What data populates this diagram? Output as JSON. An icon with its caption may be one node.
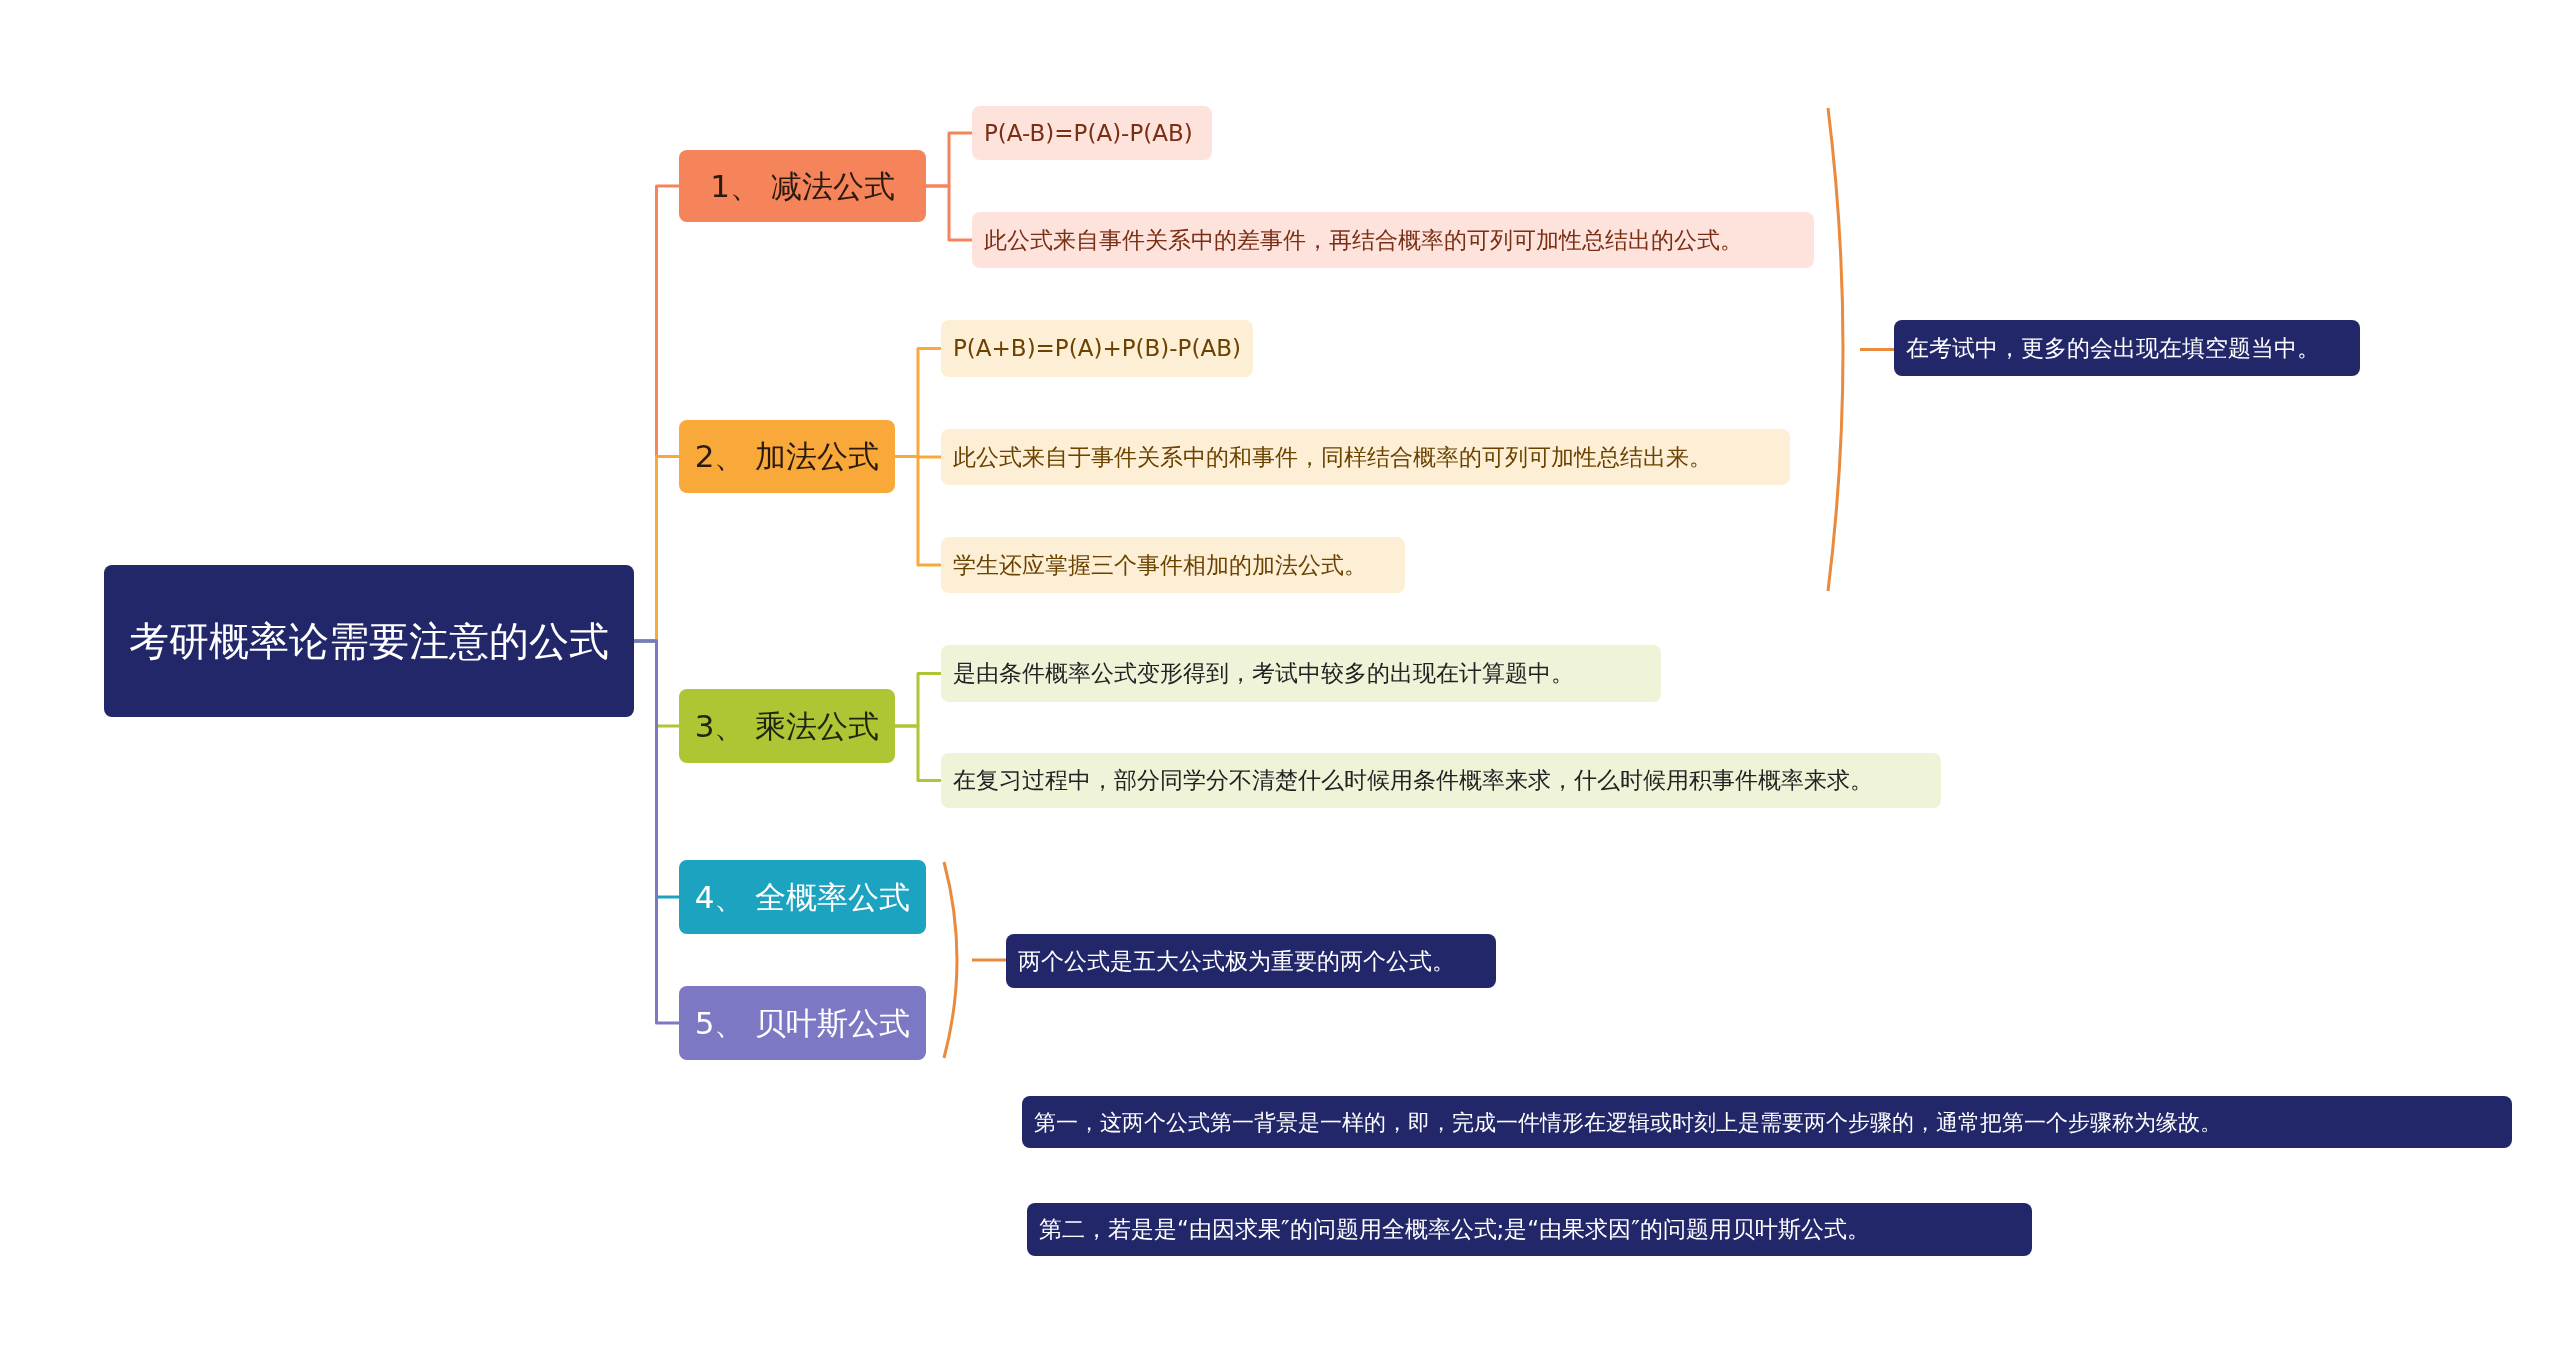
{
  "diagram": {
    "nodes": [
      {
        "text": [
          "考研概率论需要注意的公式"
        ]
      },
      {
        "text": [
          "1、 减法公式"
        ]
      },
      {
        "text": [
          "P(A-B)=P(A)-P(AB)"
        ]
      },
      {
        "text": [
          "此公式来自事件关系中的差事件，再结合概率的可列可加性总结出的公式。"
        ]
      },
      {
        "text": [
          "2、 加法公式"
        ]
      },
      {
        "text": [
          "P(A+B)=P(A)+P(B)-P(AB)"
        ]
      },
      {
        "text": [
          "此公式来自于事件关系中的和事件，同样结合概率的可列可加性总结出来。"
        ]
      },
      {
        "text": [
          "学生还应掌握三个事件相加的加法公式。"
        ]
      },
      {
        "text": [
          "3、 乘法公式"
        ]
      },
      {
        "text": [
          "是由条件概率公式变形得到，考试中较多的出现在计算题中。"
        ]
      },
      {
        "text": [
          "在复习过程中，部分同学分不清楚什么时候用条件概率来求，什么时候用积事件概率来求。"
        ]
      },
      {
        "text": [
          "4、 全概率公式"
        ]
      },
      {
        "text": [
          "5、 贝叶斯公式"
        ]
      },
      {
        "text": [
          "在考试中，更多的会出现在填空题当中。"
        ]
      },
      {
        "text": [
          "两个公式是五大公式极为重要的两个公式。"
        ]
      },
      {
        "text": [
          "第一，这两个公式第一背景是一样的，即，完成一件情形在逻辑或时刻上是需要两个步骤的，通常把第一个步骤称为缘故。"
        ]
      },
      {
        "text": [
          "第二，若是是“由因求果″的问题用全概率公式;是“由果求因″的问题用贝叶斯公式。"
        ]
      },
      {
        "text": [],
        "shape": "bracket"
      },
      {
        "text": [],
        "shape": "bracket"
      }
    ],
    "edges": [
      {
        "from": 0,
        "to": 1,
        "arrow": "none",
        "color": "#f6845b"
      },
      {
        "from": 0,
        "to": 4,
        "arrow": "none",
        "color": "#f9a93a"
      },
      {
        "from": 0,
        "to": 8,
        "arrow": "none",
        "color": "#aec534"
      },
      {
        "from": 0,
        "to": 11,
        "arrow": "none",
        "color": "#1ba3c0"
      },
      {
        "from": 0,
        "to": 12,
        "arrow": "none",
        "color": "#7c78c4"
      },
      {
        "from": 1,
        "to": 2,
        "arrow": "none",
        "color": "#f6845b"
      },
      {
        "from": 1,
        "to": 3,
        "arrow": "none",
        "color": "#f6845b"
      },
      {
        "from": 4,
        "to": 5,
        "arrow": "none",
        "color": "#f9a93a"
      },
      {
        "from": 4,
        "to": 6,
        "arrow": "none",
        "color": "#f9a93a"
      },
      {
        "from": 4,
        "to": 7,
        "arrow": "none",
        "color": "#f9a93a"
      },
      {
        "from": 8,
        "to": 9,
        "arrow": "none",
        "color": "#aec534"
      },
      {
        "from": 8,
        "to": 10,
        "arrow": "none",
        "color": "#aec534"
      },
      {
        "from": 17,
        "to": 13,
        "arrow": "none",
        "color": "#e98a3c"
      },
      {
        "from": 18,
        "to": 14,
        "arrow": "none",
        "color": "#e98a3c"
      }
    ]
  }
}
